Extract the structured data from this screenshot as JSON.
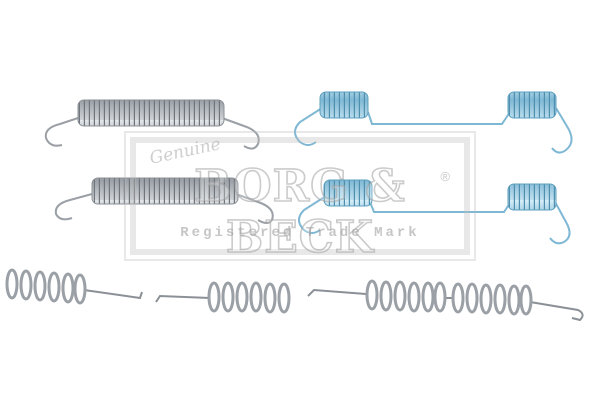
{
  "watermark": {
    "script_word": "Genuine",
    "brand": "BORG & BECK",
    "registered_symbol": "®",
    "tagline": "Registered Trade Mark"
  },
  "colors": {
    "background": "#ffffff",
    "spring_steel": "#a9aeb4",
    "spring_zinc_blue": "#8fc6e0",
    "watermark_gray": "#bdbdbd"
  },
  "parts": [
    "long-return-spring-upper",
    "long-return-spring-lower",
    "two-coil-spring-upper",
    "two-coil-spring-lower",
    "adjuster-spring-left",
    "adjuster-spring-middle",
    "adjuster-spring-right"
  ]
}
